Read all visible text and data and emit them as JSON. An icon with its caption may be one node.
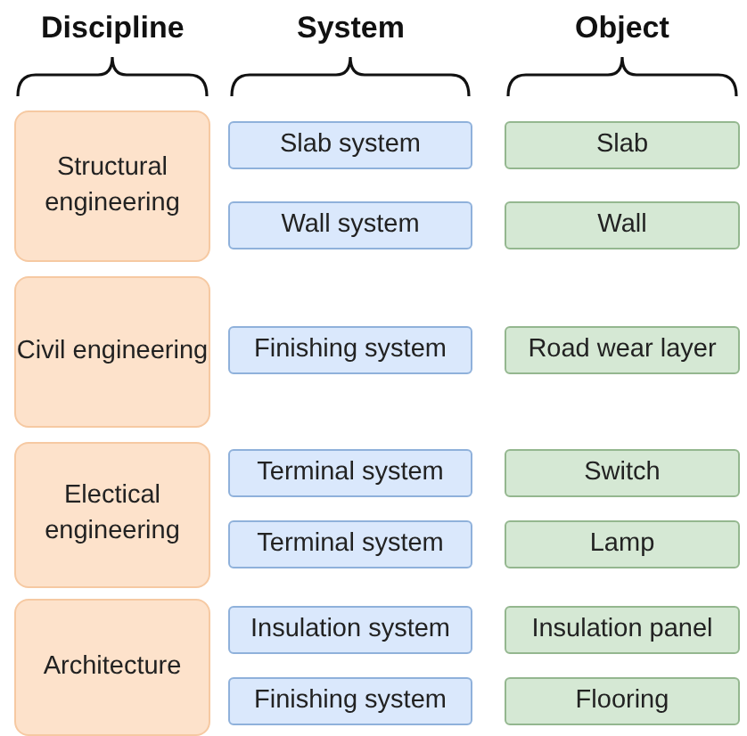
{
  "diagram": {
    "nodes": [
      {
        "text": [
          "Structural engineering"
        ]
      },
      {
        "text": [
          "Slab system"
        ]
      },
      {
        "text": [
          "Slab"
        ]
      },
      {
        "text": [
          "Wall system"
        ]
      },
      {
        "text": [
          "Wall"
        ]
      },
      {
        "text": [
          "Civil engineering"
        ]
      },
      {
        "text": [
          "Finishing system"
        ]
      },
      {
        "text": [
          "Road wear layer"
        ]
      },
      {
        "text": [
          "Electical engineering"
        ]
      },
      {
        "text": [
          "Terminal system"
        ]
      },
      {
        "text": [
          "Switch"
        ]
      },
      {
        "text": [
          "Terminal system"
        ]
      },
      {
        "text": [
          "Lamp"
        ]
      },
      {
        "text": [
          "Architecture"
        ]
      },
      {
        "text": [
          "Insulation system"
        ]
      },
      {
        "text": [
          "Insulation panel"
        ]
      },
      {
        "text": [
          "Finishing system"
        ]
      },
      {
        "text": [
          "Flooring"
        ]
      }
    ],
    "labels": [
      "Discipline",
      "System",
      "Object"
    ]
  }
}
